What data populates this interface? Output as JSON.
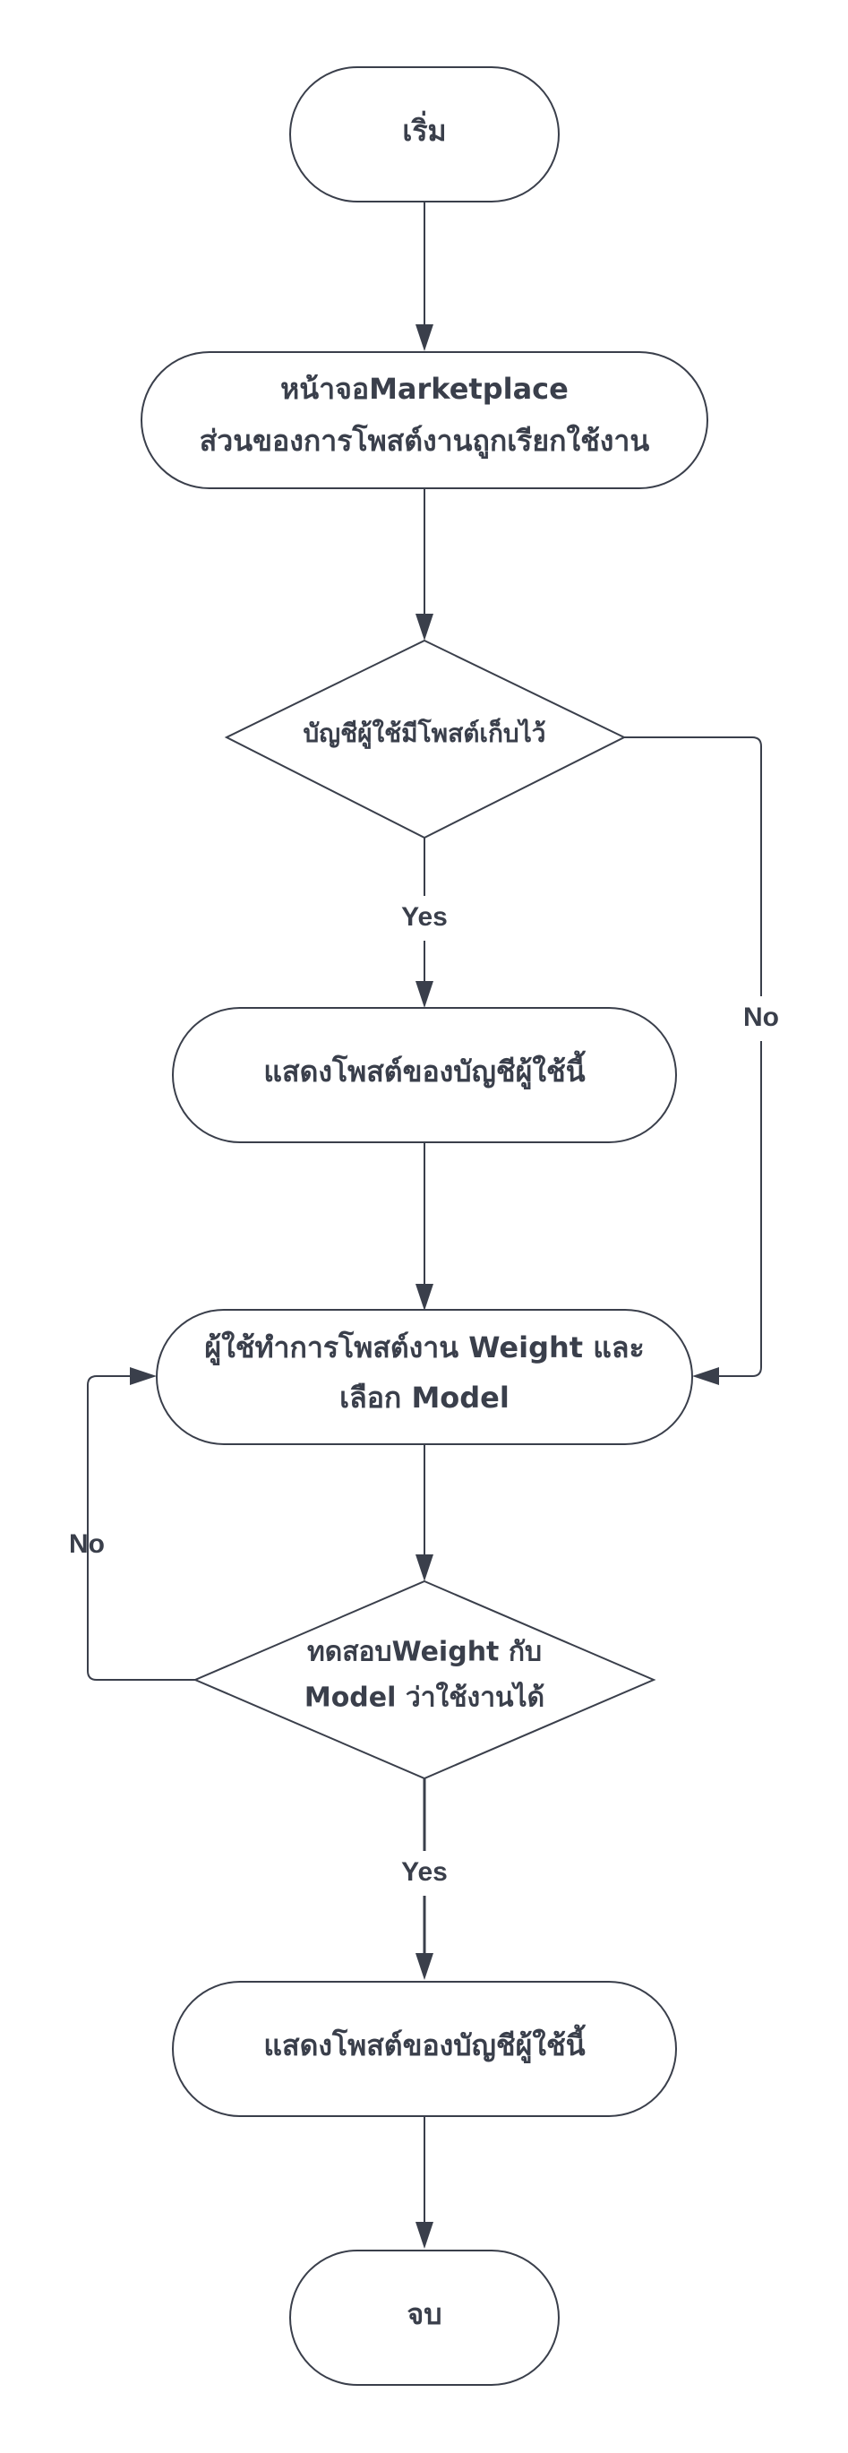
{
  "nodes": {
    "start": "เริ่ม",
    "marketplace_line1": "หน้าจอMarketplace",
    "marketplace_line2": "ส่วนของการโพสต์งานถูกเรียกใช้งาน",
    "has_posts": "บัญชีผู้ใช้มีโพสต์เก็บไว้",
    "show_posts_1": "แสดงโพสต์ของบัญชีผู้ใช้นี้",
    "user_post_line1": "ผู้ใช้ทำการโพสต์งาน Weight และ",
    "user_post_line2": "เลือก Model",
    "test_line1": "ทดสอบWeight กับ",
    "test_line2": "Model ว่าใช้งานได้",
    "show_posts_2": "แสดงโพสต์ของบัญชีผู้ใช้นี้",
    "end": "จบ"
  },
  "edges": {
    "yes_1": "Yes",
    "no_1": "No",
    "no_2": "No",
    "yes_2": "Yes"
  }
}
